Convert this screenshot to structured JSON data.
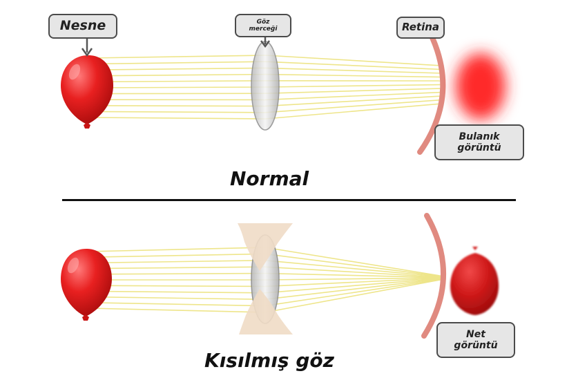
{
  "labels": {
    "object": "Nesne",
    "lens_line1": "Göz",
    "lens_line2": "merceği",
    "retina": "Retina",
    "blurry_line1": "Bulanık",
    "blurry_line2": "görüntü",
    "sharp_line1": "Net",
    "sharp_line2": "görüntü"
  },
  "headings": {
    "normal": "Normal",
    "squinted": "Kısılmış göz"
  },
  "colors": {
    "balloon": "#e01818",
    "ray": "#eee58a",
    "lens": "#d4d4d4",
    "retina": "#e08a80",
    "eyelid": "#f0dcc6",
    "callout_bg": "#e6e6e6",
    "callout_border": "#4a4a4a"
  },
  "icons": {
    "object": "red-balloon",
    "lens": "convex-lens",
    "eyelids": "eyelid-shapes",
    "retina": "curved-retina",
    "blurry_image": "blurred-red-spot",
    "sharp_image": "sharp-balloon-image"
  }
}
